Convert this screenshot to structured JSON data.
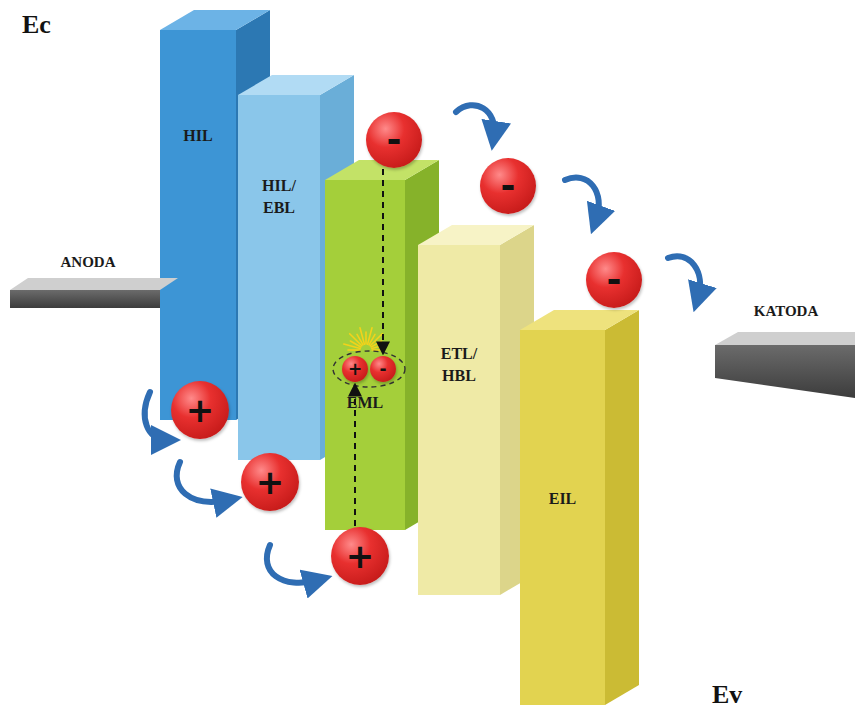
{
  "diagram": {
    "nodes": [
      {
        "text": [
          "HIL"
        ]
      },
      {
        "text": [
          "HIL/ EBL"
        ]
      },
      {
        "text": [
          "EML"
        ]
      },
      {
        "text": [
          "ETL/ HBL"
        ]
      },
      {
        "text": [
          "EIL"
        ]
      },
      {
        "text": [
          "ANODA"
        ]
      },
      {
        "text": [
          "KATODA"
        ]
      },
      {
        "text": [
          "-"
        ]
      },
      {
        "text": [
          "-"
        ]
      },
      {
        "text": [
          "-"
        ]
      },
      {
        "text": [
          "+"
        ]
      },
      {
        "text": [
          "+"
        ]
      },
      {
        "text": [
          "+"
        ]
      },
      {
        "text": [
          "+"
        ],
        "in": 2
      },
      {
        "text": [
          "-"
        ],
        "in": 2
      }
    ],
    "edges": [
      {
        "from": 7,
        "to": 14,
        "arrow": "to"
      },
      {
        "from": 12,
        "to": 13,
        "arrow": "to"
      }
    ],
    "labels": [
      "Ec",
      "Ev"
    ]
  }
}
